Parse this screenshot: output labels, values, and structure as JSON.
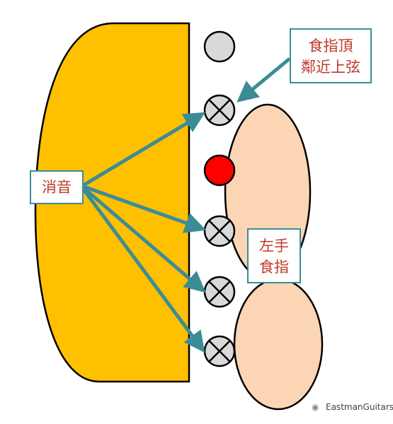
{
  "labels": {
    "mute": "消音",
    "index_tip_line1": "食指頂",
    "index_tip_line2": "鄰近上弦",
    "left_index_line1": "左手",
    "left_index_line2": "食指"
  },
  "watermark": {
    "icon": "wechat-icon",
    "text": "EastmanGuitars"
  },
  "colors": {
    "hand_palm": "#FFC000",
    "finger": "#FCD5B5",
    "string_open": "#D9D9D9",
    "string_pressed": "#FF0000",
    "string_muted": "#D9D9D9",
    "arrow": "#3C8C96",
    "label_text": "#C0392B",
    "outline": "#000000"
  },
  "strings": [
    {
      "state": "open"
    },
    {
      "state": "muted"
    },
    {
      "state": "pressed"
    },
    {
      "state": "muted"
    },
    {
      "state": "muted"
    },
    {
      "state": "muted"
    }
  ]
}
